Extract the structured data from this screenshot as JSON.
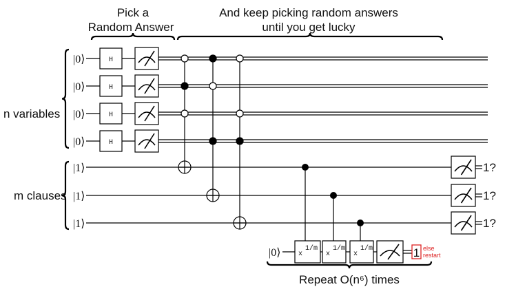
{
  "annotations": {
    "pick_line1": "Pick a",
    "pick_line2": "Random Answer",
    "keep_line1": "And keep picking random answers",
    "keep_line2": "until you get lucky",
    "variables": "n variables",
    "clauses": "m clauses",
    "repeat": "Repeat O(n⁶) times"
  },
  "variable_wires": [
    {
      "init": "|0⟩",
      "gate": "H",
      "controls": [
        "open",
        "filled",
        "open"
      ]
    },
    {
      "init": "|0⟩",
      "gate": "H",
      "controls": [
        "filled",
        "open",
        "none"
      ]
    },
    {
      "init": "|0⟩",
      "gate": "H",
      "controls": [
        "open",
        "none",
        "open"
      ]
    },
    {
      "init": "|0⟩",
      "gate": "H",
      "controls": [
        "none",
        "filled",
        "filled"
      ]
    }
  ],
  "clause_wires": [
    {
      "init": "|1⟩",
      "result": "1?"
    },
    {
      "init": "|1⟩",
      "result": "1?"
    },
    {
      "init": "|1⟩",
      "result": "1?"
    }
  ],
  "ancilla": {
    "init": "|0⟩",
    "gate_base": "x",
    "gate_exp": "1/m",
    "outcome": "1",
    "else1": "else",
    "else2": "restart",
    "accent": "#dd2222"
  }
}
